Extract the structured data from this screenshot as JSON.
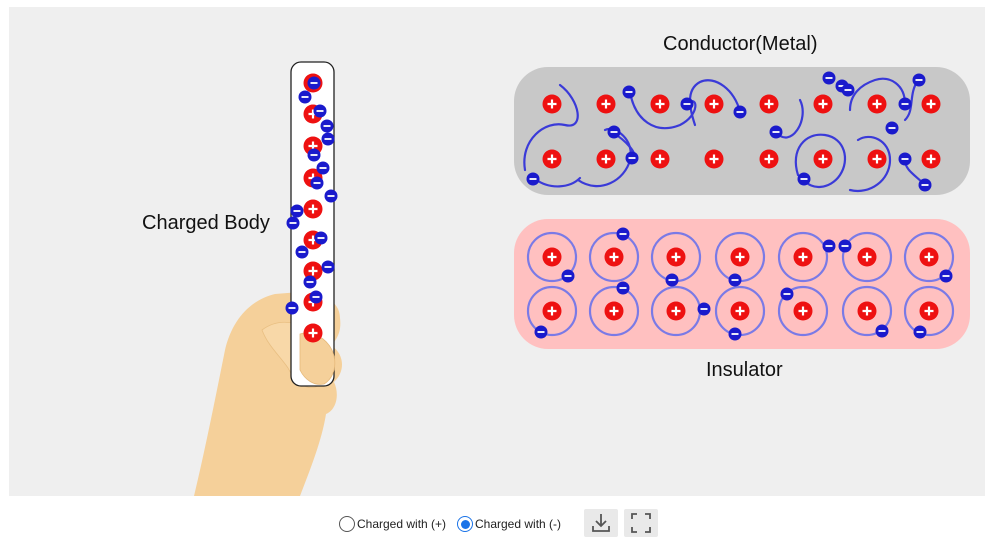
{
  "labels": {
    "conductor": "Conductor(Metal)",
    "insulator": "Insulator",
    "charged_body": "Charged Body"
  },
  "controls": {
    "option_positive": "Charged with (+)",
    "option_negative": "Charged with (-)",
    "selected": "negative",
    "download_icon": "download-icon",
    "fullscreen_icon": "fullscreen-icon"
  },
  "colors": {
    "stage_bg": "#efefef",
    "conductor_bg": "#c8c8c8",
    "insulator_bg": "#ffc0c0",
    "proton": "#ee1111",
    "electron": "#1a1acc",
    "orbit": "#7a7ae6",
    "hand": "#f5d09a",
    "accent": "#1a73e8"
  }
}
